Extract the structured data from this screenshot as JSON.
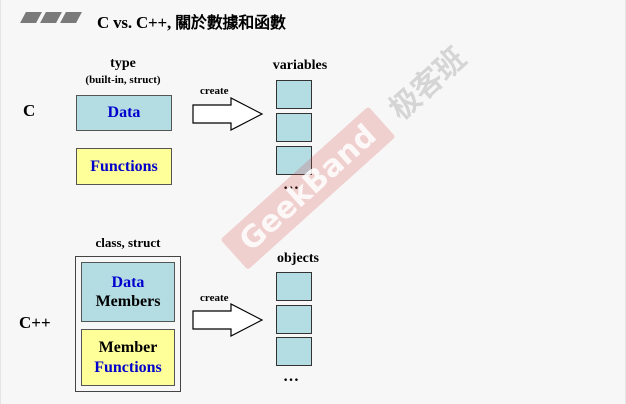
{
  "header": {
    "title_prefix": "C vs. C++, ",
    "title_cjk": "關於數據和函數"
  },
  "c_section": {
    "row_label": "C",
    "type_label": "type",
    "type_sub": "(built-in, struct)",
    "data_label": "Data",
    "functions_label": "Functions",
    "create_label": "create",
    "target_label": "variables",
    "ellipsis": "…"
  },
  "cpp_section": {
    "row_label": "C++",
    "class_label": "class, struct",
    "data_line1": "Data",
    "data_line2": "Members",
    "member_line1": "Member",
    "member_line2": "Functions",
    "create_label": "create",
    "target_label": "objects",
    "ellipsis": "…"
  },
  "watermark": {
    "brand": "GeekBand",
    "cjk": "极客班"
  },
  "colors": {
    "teal_box": "#b4dce3",
    "yellow_box": "#ffff99",
    "blue_text": "#0000cc"
  }
}
